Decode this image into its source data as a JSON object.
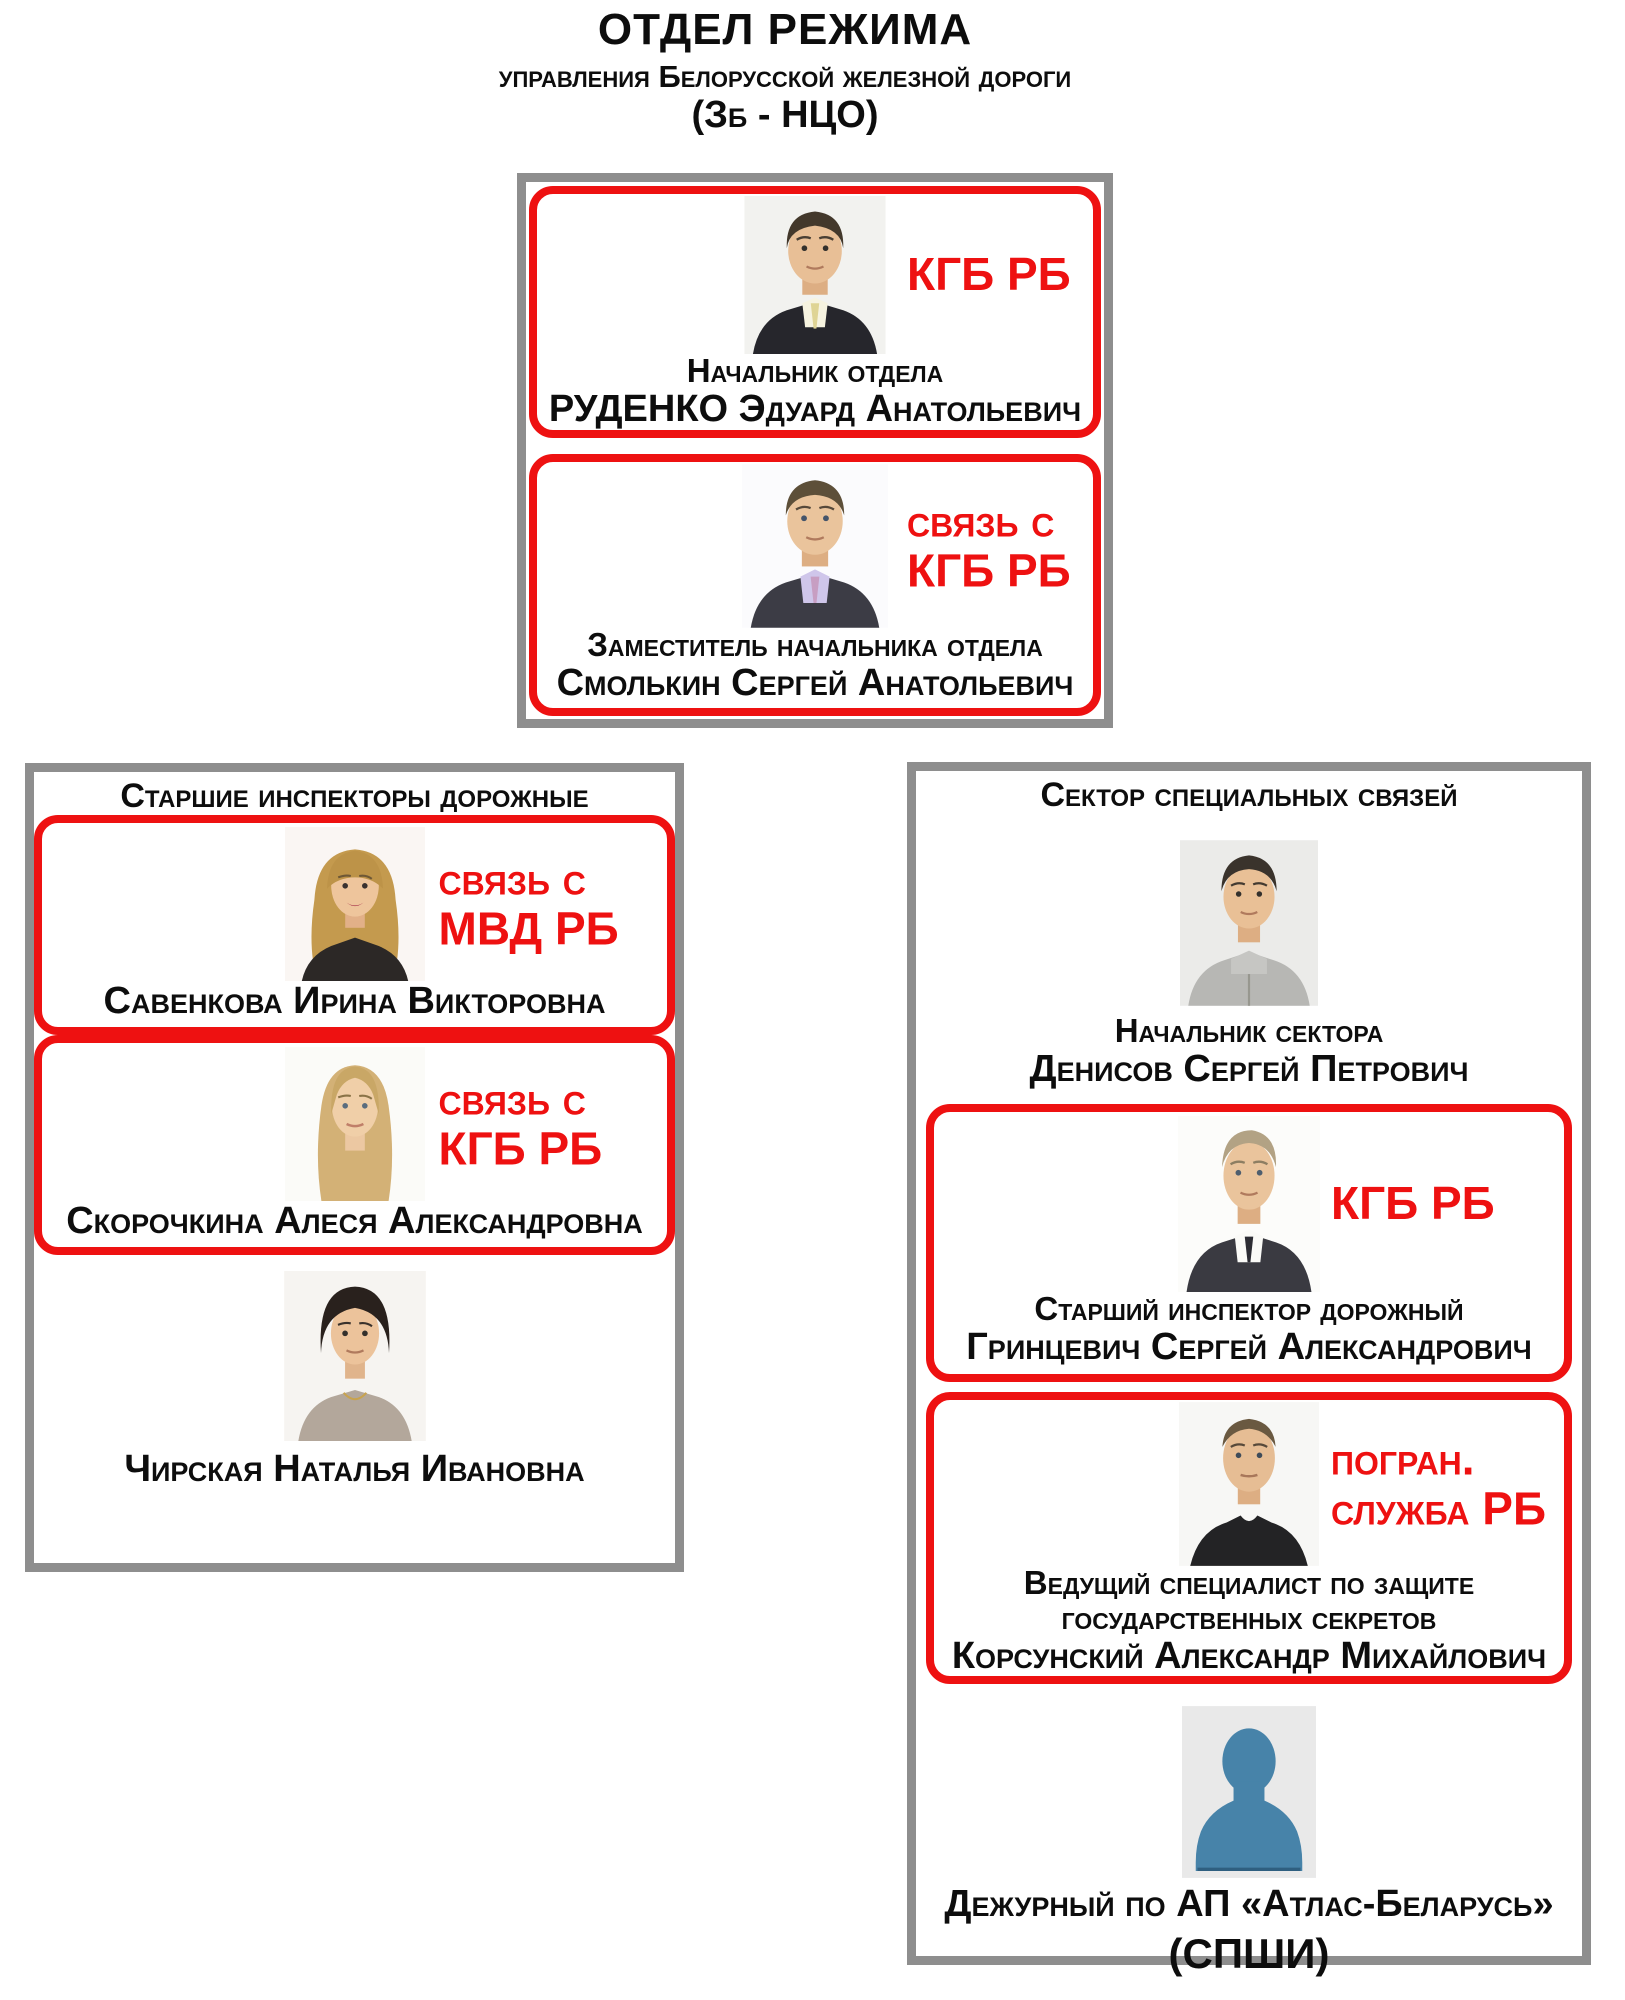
{
  "title": {
    "line1": "ОТДЕЛ РЕЖИМА",
    "line2": "управления Белорусской железной дороги",
    "line3": "(Зб - НЦО)"
  },
  "colors": {
    "accent_red": "#ee1111",
    "border_gray": "#8e8e8e",
    "silhouette_blue": "#4783a9"
  },
  "boxes": {
    "leadership": {
      "members": [
        {
          "tag": {
            "line2": "КГБ РБ"
          },
          "role": "Начальник отдела",
          "name": "РУДЕНКО Эдуард Анатольевич"
        },
        {
          "tag": {
            "line1": "связь с",
            "line2": "КГБ РБ"
          },
          "role": "Заместитель начальника отдела",
          "name": "Смолькин Сергей Анатольевич"
        }
      ]
    },
    "inspectors": {
      "title": "Старшие инспекторы дорожные",
      "members": [
        {
          "tag": {
            "line1": "связь с",
            "line2": "МВД РБ"
          },
          "name": "Савенкова Ирина Викторовна"
        },
        {
          "tag": {
            "line1": "связь с",
            "line2": "КГБ РБ"
          },
          "name": "Скорочкина Алеся Александровна"
        },
        {
          "name": "Чирская Наталья Ивановна"
        }
      ]
    },
    "special_comms": {
      "title": "Сектор специальных связей",
      "members": [
        {
          "role": "Начальник сектора",
          "name": "Денисов Сергей Петрович"
        },
        {
          "tag": {
            "line2": "КГБ РБ"
          },
          "role": "Старший инспектор дорожный",
          "name": "Гринцевич Сергей Александрович"
        },
        {
          "tag": {
            "line1": "погран.",
            "line2": "служба РБ"
          },
          "role": "Ведущий специалист по защите государственных секретов",
          "name": "Корсунский Александр Михайлович"
        },
        {
          "label": "Дежурный по АП «Атлас-Беларусь»",
          "sublabel": "(СПШИ)"
        }
      ]
    }
  }
}
